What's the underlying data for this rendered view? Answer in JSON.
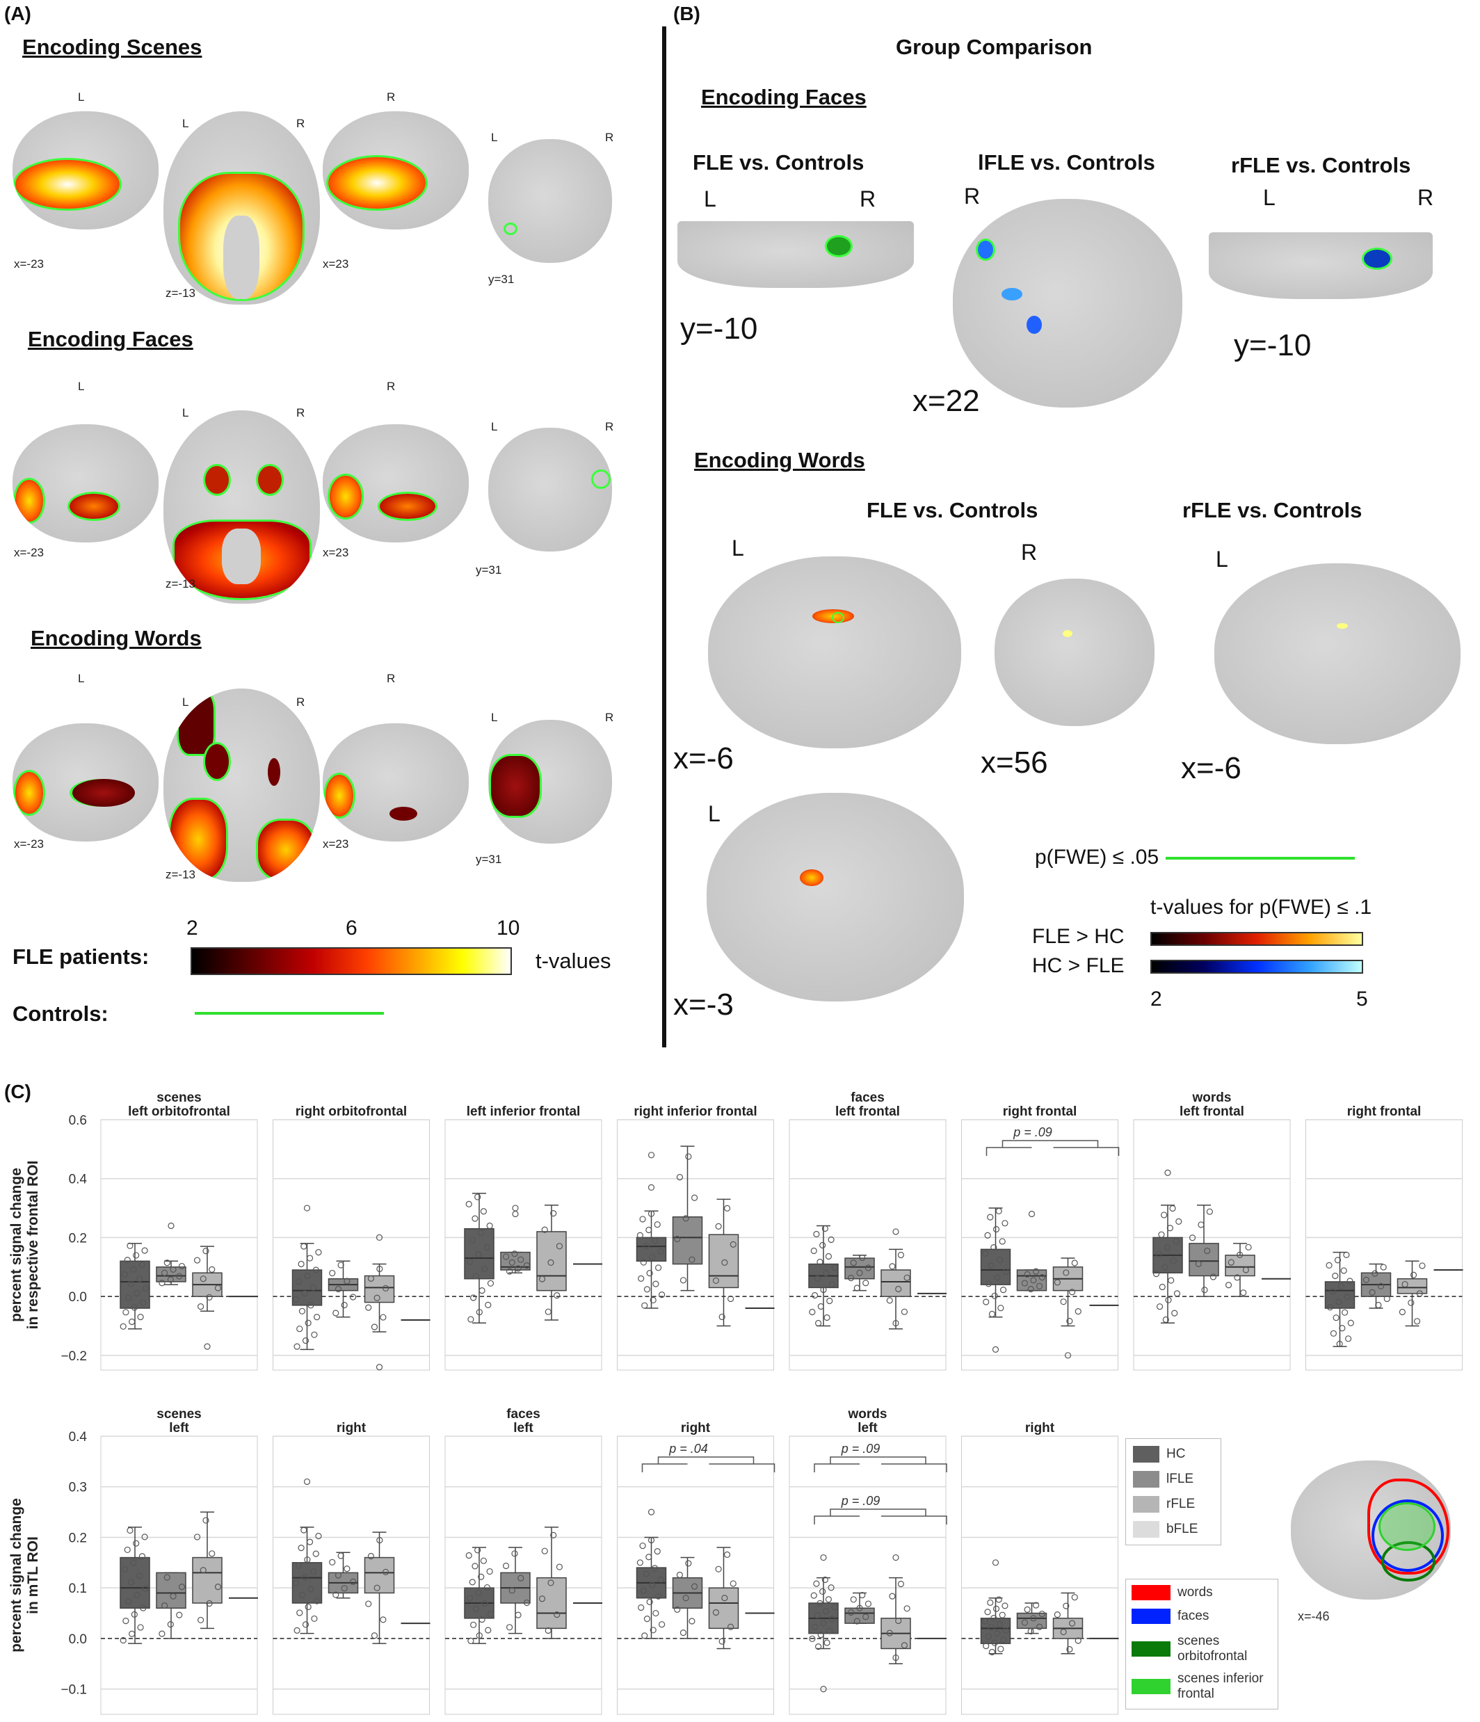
{
  "panelA": {
    "label": "(A)",
    "sections": [
      {
        "title": "Encoding Scenes",
        "sag_left": "x=-23",
        "axial": "z=-13",
        "sag_right": "x=23",
        "coronal": "y=31"
      },
      {
        "title": "Encoding Faces",
        "sag_left": "x=-23",
        "axial": "z=-13",
        "sag_right": "x=23",
        "coronal": "y=31"
      },
      {
        "title": "Encoding Words",
        "sag_left": "x=-23",
        "axial": "z=-13",
        "sag_right": "x=23",
        "coronal": "y=31"
      }
    ],
    "L": "L",
    "R": "R",
    "colorbar": {
      "label": "FLE patients:",
      "ticks": [
        "2",
        "6",
        "10"
      ],
      "unit": "t-values"
    },
    "controls_label": "Controls:"
  },
  "panelB": {
    "label": "(B)",
    "title": "Group Comparison",
    "faces_title": "Encoding Faces",
    "faces": [
      {
        "title": "FLE vs. Controls",
        "left": "L",
        "right": "R",
        "coord": "y=-10"
      },
      {
        "title": "lFLE vs. Controls",
        "left": "R",
        "coord": "x=22"
      },
      {
        "title": "rFLE vs. Controls",
        "left": "L",
        "right": "R",
        "coord": "y=-10"
      }
    ],
    "words_title": "Encoding Words",
    "words": [
      {
        "title": "FLE vs. Controls",
        "dir1": "L",
        "coord1": "x=-6",
        "dir2": "R",
        "coord2": "x=56"
      },
      {
        "title": "rFLE vs. Controls",
        "dir1": "L",
        "coord1": "x=-6"
      }
    ],
    "extra": {
      "dir": "L",
      "coord": "x=-3"
    },
    "pfwe_label": "p(FWE) ≤ .05",
    "tvalues_label": "t-values for p(FWE) ≤ .1",
    "fle_hc": "FLE > HC",
    "hc_fle": "HC > FLE",
    "ticks": [
      "2",
      "5"
    ]
  },
  "panelC": {
    "label": "(C)",
    "legend": {
      "groups": [
        {
          "name": "HC",
          "color": "#5f5f5f"
        },
        {
          "name": "lFLE",
          "color": "#8c8c8c"
        },
        {
          "name": "rFLE",
          "color": "#b5b5b5"
        },
        {
          "name": "bFLE",
          "color": "#dcdcdc"
        }
      ],
      "rois": [
        {
          "name": "words",
          "color": "#ff0000"
        },
        {
          "name": "faces",
          "color": "#0022ff"
        },
        {
          "name": "scenes orbitofrontal",
          "color": "#0a7a0a"
        },
        {
          "name": "scenes inferior frontal",
          "color": "#2fd22f"
        }
      ],
      "brain_coord": "x=-46"
    }
  },
  "chart_data": [
    {
      "type": "box",
      "ylabel": "percent signal change in respective frontal ROI",
      "ylim": [
        -0.25,
        0.6
      ],
      "yticks": [
        "−0.2",
        "0.0",
        "0.2",
        "0.4",
        "0.6"
      ],
      "groups": [
        "HC",
        "lFLE",
        "rFLE",
        "bFLE"
      ],
      "panels": [
        {
          "title": [
            "scenes",
            "left orbitofrontal"
          ],
          "boxes": [
            [
              -0.11,
              -0.04,
              0.05,
              0.12,
              0.18
            ],
            [
              0.04,
              0.05,
              0.07,
              0.1,
              0.12
            ],
            [
              -0.05,
              0.0,
              0.04,
              0.08,
              0.17
            ],
            [
              0.0,
              0.0,
              0.0,
              0.0,
              0.0
            ]
          ],
          "outliers": [
            [],
            [
              0.24
            ],
            [
              -0.17
            ],
            []
          ]
        },
        {
          "title": [
            "",
            "right orbitofrontal"
          ],
          "boxes": [
            [
              -0.18,
              -0.03,
              0.02,
              0.09,
              0.18
            ],
            [
              -0.07,
              0.02,
              0.04,
              0.06,
              0.12
            ],
            [
              -0.12,
              -0.02,
              0.03,
              0.07,
              0.11
            ],
            [
              -0.08,
              -0.08,
              -0.08,
              -0.08,
              -0.08
            ]
          ],
          "outliers": [
            [
              0.3
            ],
            [],
            [
              0.2,
              -0.24
            ],
            []
          ]
        },
        {
          "title": [
            "",
            "left inferior frontal"
          ],
          "boxes": [
            [
              -0.09,
              0.06,
              0.13,
              0.23,
              0.35
            ],
            [
              0.08,
              0.09,
              0.1,
              0.15,
              0.15
            ],
            [
              -0.08,
              0.02,
              0.07,
              0.22,
              0.31
            ],
            [
              0.11,
              0.11,
              0.11,
              0.11,
              0.11
            ]
          ],
          "outliers": [
            [],
            [
              0.3,
              0.28
            ],
            [],
            []
          ]
        },
        {
          "title": [
            "",
            "right inferior frontal"
          ],
          "boxes": [
            [
              -0.04,
              0.12,
              0.17,
              0.2,
              0.29
            ],
            [
              0.02,
              0.11,
              0.2,
              0.27,
              0.51
            ],
            [
              -0.1,
              0.03,
              0.07,
              0.21,
              0.33
            ],
            [
              -0.04,
              -0.04,
              -0.04,
              -0.04,
              -0.04
            ]
          ],
          "outliers": [
            [
              0.48,
              0.37
            ],
            [],
            [],
            []
          ]
        },
        {
          "title": [
            "faces",
            "left frontal"
          ],
          "boxes": [
            [
              -0.1,
              0.03,
              0.07,
              0.11,
              0.24
            ],
            [
              0.02,
              0.06,
              0.1,
              0.13,
              0.14
            ],
            [
              -0.11,
              -0.0,
              0.05,
              0.09,
              0.16
            ],
            [
              0.01,
              0.01,
              0.01,
              0.01,
              0.01
            ]
          ],
          "outliers": [
            [],
            [],
            [
              0.22
            ],
            []
          ]
        },
        {
          "title": [
            "",
            "right frontal"
          ],
          "boxes": [
            [
              -0.07,
              0.04,
              0.09,
              0.16,
              0.3
            ],
            [
              0.02,
              0.02,
              0.07,
              0.09,
              0.09
            ],
            [
              -0.1,
              0.02,
              0.06,
              0.1,
              0.13
            ],
            [
              -0.03,
              -0.03,
              -0.03,
              -0.03,
              -0.03
            ]
          ],
          "outliers": [
            [
              -0.18
            ],
            [
              0.28
            ],
            [
              -0.2
            ],
            []
          ],
          "annotation": "p = .09"
        },
        {
          "title": [
            "words",
            "left frontal"
          ],
          "boxes": [
            [
              -0.09,
              0.08,
              0.14,
              0.2,
              0.31
            ],
            [
              0.0,
              0.07,
              0.12,
              0.18,
              0.31
            ],
            [
              0.0,
              0.07,
              0.1,
              0.14,
              0.18
            ],
            [
              0.06,
              0.06,
              0.06,
              0.06,
              0.06
            ]
          ],
          "outliers": [
            [
              0.42
            ],
            [],
            [],
            []
          ]
        },
        {
          "title": [
            "",
            "right frontal"
          ],
          "boxes": [
            [
              -0.17,
              -0.04,
              0.02,
              0.05,
              0.15
            ],
            [
              -0.04,
              0.0,
              0.04,
              0.08,
              0.11
            ],
            [
              -0.1,
              0.01,
              0.03,
              0.06,
              0.12
            ],
            [
              0.09,
              0.09,
              0.09,
              0.09,
              0.09
            ]
          ],
          "outliers": [
            [],
            [],
            [],
            []
          ]
        }
      ]
    },
    {
      "type": "box",
      "ylabel": "percent signal change in mTL ROI",
      "ylim": [
        -0.15,
        0.4
      ],
      "yticks": [
        "−0.1",
        "0.0",
        "0.1",
        "0.2",
        "0.3",
        "0.4"
      ],
      "groups": [
        "HC",
        "lFLE",
        "rFLE",
        "bFLE"
      ],
      "panels": [
        {
          "title": [
            "scenes",
            "left"
          ],
          "boxes": [
            [
              -0.01,
              0.06,
              0.1,
              0.16,
              0.22
            ],
            [
              0.0,
              0.06,
              0.09,
              0.13,
              0.13
            ],
            [
              0.02,
              0.07,
              0.13,
              0.16,
              0.25
            ],
            [
              0.08,
              0.08,
              0.08,
              0.08,
              0.08
            ]
          ],
          "outliers": [
            [],
            [],
            [],
            []
          ]
        },
        {
          "title": [
            "",
            "right"
          ],
          "boxes": [
            [
              0.01,
              0.07,
              0.12,
              0.15,
              0.22
            ],
            [
              0.08,
              0.09,
              0.11,
              0.13,
              0.17
            ],
            [
              -0.01,
              0.09,
              0.13,
              0.16,
              0.21
            ],
            [
              0.03,
              0.03,
              0.03,
              0.03,
              0.03
            ]
          ],
          "outliers": [
            [
              0.31
            ],
            [],
            [],
            []
          ]
        },
        {
          "title": [
            "faces",
            "left"
          ],
          "boxes": [
            [
              -0.01,
              0.04,
              0.07,
              0.1,
              0.18
            ],
            [
              0.01,
              0.07,
              0.1,
              0.13,
              0.18
            ],
            [
              0.0,
              0.02,
              0.05,
              0.12,
              0.22
            ],
            [
              0.07,
              0.07,
              0.07,
              0.07,
              0.07
            ]
          ],
          "outliers": [
            [],
            [],
            [],
            []
          ]
        },
        {
          "title": [
            "",
            "right"
          ],
          "boxes": [
            [
              -0.0,
              0.08,
              0.11,
              0.14,
              0.2
            ],
            [
              0.0,
              0.06,
              0.09,
              0.12,
              0.16
            ],
            [
              -0.02,
              0.02,
              0.07,
              0.1,
              0.18
            ],
            [
              0.05,
              0.05,
              0.05,
              0.05,
              0.05
            ]
          ],
          "outliers": [
            [
              0.25
            ],
            [],
            [],
            []
          ],
          "annotation": "p = .04"
        },
        {
          "title": [
            "words",
            "left"
          ],
          "boxes": [
            [
              -0.02,
              0.01,
              0.04,
              0.07,
              0.12
            ],
            [
              0.03,
              0.03,
              0.05,
              0.06,
              0.09
            ],
            [
              -0.05,
              -0.02,
              0.01,
              0.04,
              0.12
            ],
            [
              0.0,
              0.0,
              0.0,
              0.0,
              0.0
            ]
          ],
          "outliers": [
            [
              -0.1,
              0.16
            ],
            [],
            [
              0.16
            ],
            []
          ],
          "annotation": [
            "p = .09",
            "p = .09"
          ]
        },
        {
          "title": [
            "",
            "right"
          ],
          "boxes": [
            [
              -0.03,
              -0.01,
              0.02,
              0.04,
              0.08
            ],
            [
              0.01,
              0.02,
              0.04,
              0.05,
              0.07
            ],
            [
              -0.03,
              0.0,
              0.02,
              0.04,
              0.09
            ],
            [
              0.0,
              0.0,
              0.0,
              0.0,
              0.0
            ]
          ],
          "outliers": [
            [
              0.15
            ],
            [],
            [],
            []
          ]
        }
      ]
    }
  ]
}
